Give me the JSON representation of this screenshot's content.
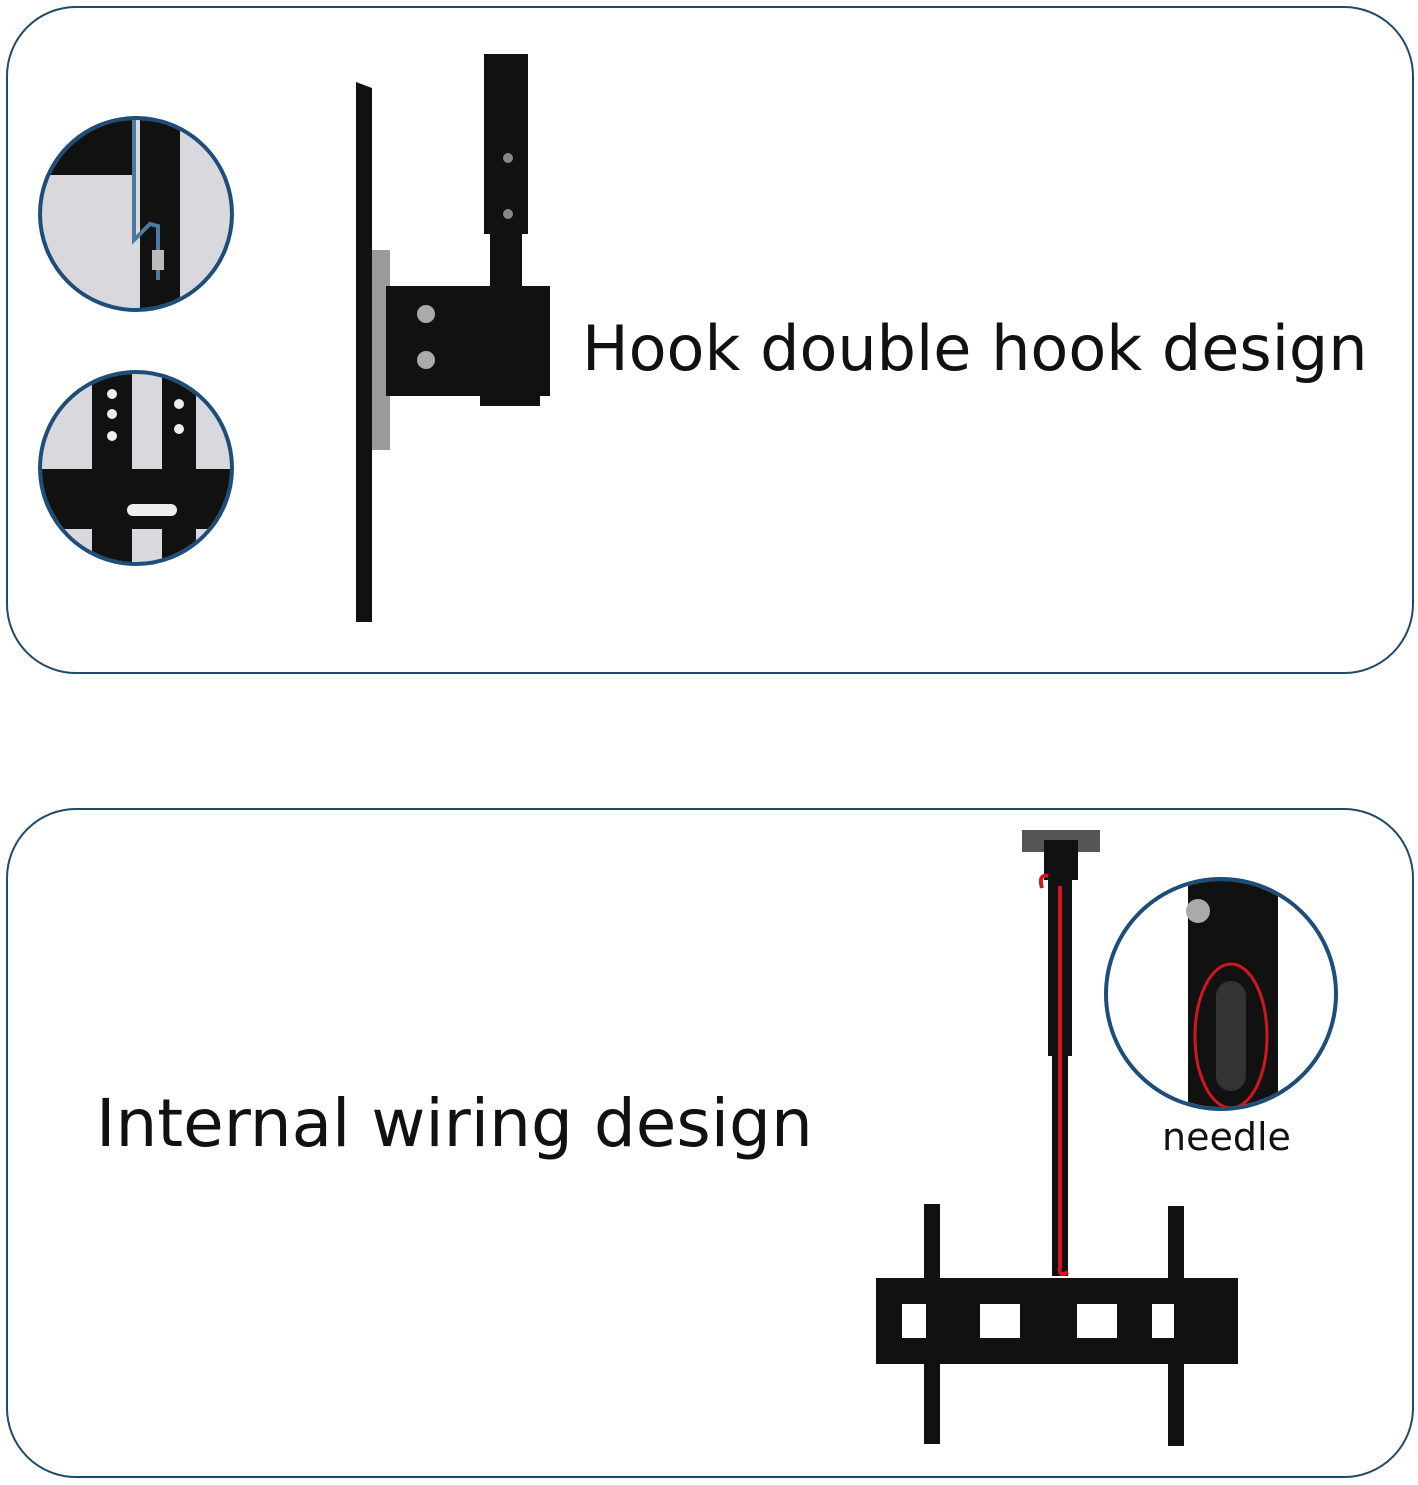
{
  "top_panel": {
    "caption": "Hook double hook design"
  },
  "bottom_panel": {
    "caption": "Internal wiring design",
    "callout_label": "needle"
  },
  "colors": {
    "border": "#1f4a6a",
    "circle_border": "#1d4e7a",
    "wire": "#d0161e",
    "metal": "#111111"
  }
}
